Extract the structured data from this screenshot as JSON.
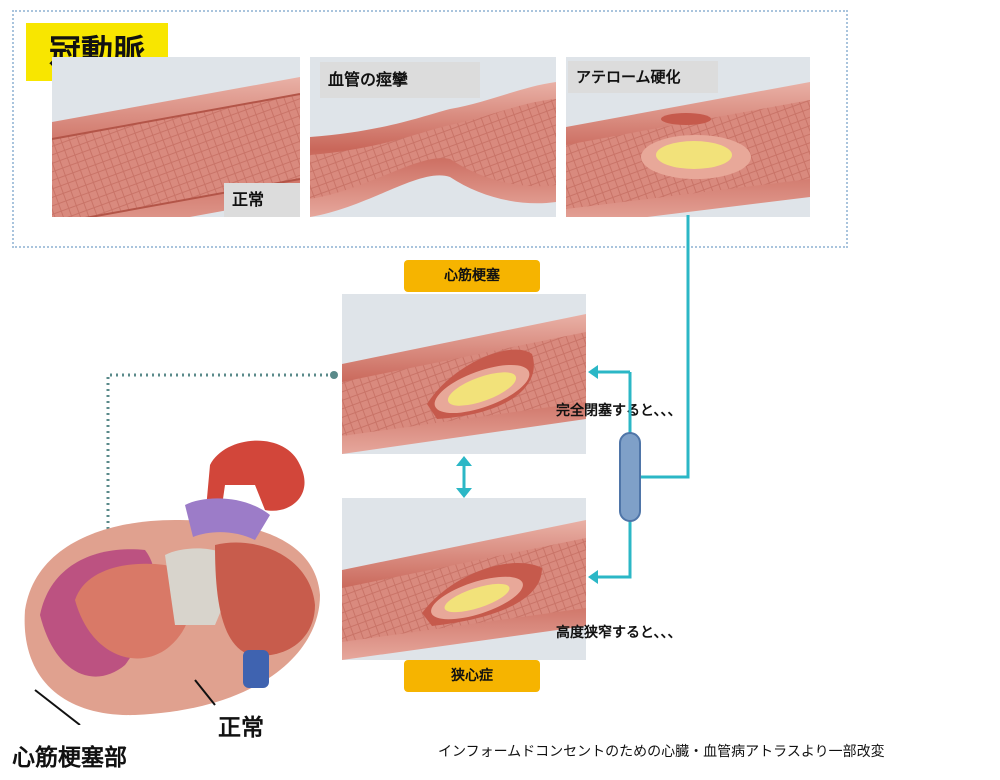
{
  "title": "冠動脈",
  "panels": {
    "normal_label": "正常",
    "spasm_label": "血管の痙攣",
    "athero_label": "アテローム硬化"
  },
  "outcomes": {
    "mi_label": "心筋梗塞",
    "angina_label": "狭心症",
    "occlusion_caption": "完全閉塞すると、、、",
    "stenosis_caption": "高度狭窄すると、、、"
  },
  "heart": {
    "infarct_label": "心筋梗塞部",
    "normal_label": "正常"
  },
  "credit": "インフォームドコンセントのための心臓・血管病アトラスより一部改変",
  "colors": {
    "title_bg": "#f8e600",
    "label_orange": "#f6b400",
    "connector_teal": "#2bb7c6",
    "vessel_wall": "#c86a5e",
    "plaque_yellow": "#f2e27a"
  }
}
